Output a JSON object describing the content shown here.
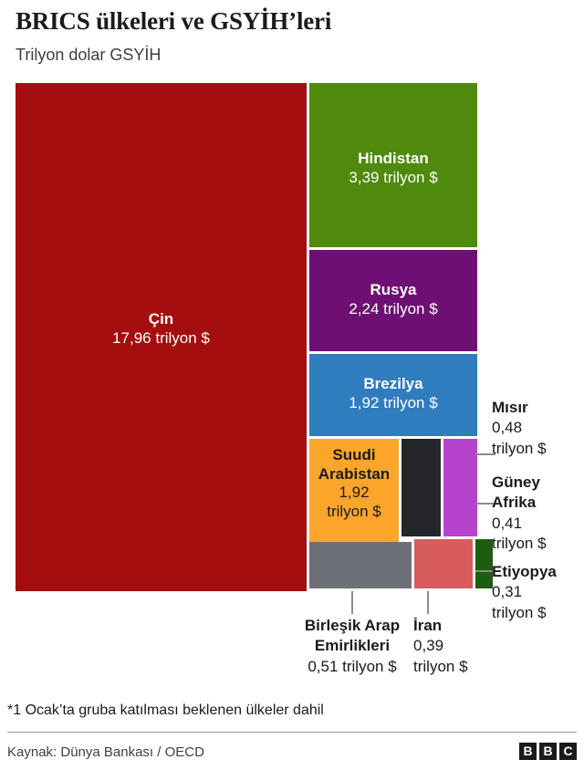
{
  "header": {
    "title": "BRICS ülkeleri ve GSYİH’leri",
    "subtitle": "Trilyon dolar GSYİH"
  },
  "footer": {
    "footnote": "*1 Ocak’ta gruba katılması beklenen ülkeler dahil",
    "source": "Kaynak: Dünya Bankası / OECD",
    "logo": [
      "B",
      "B",
      "C"
    ]
  },
  "chart_data": {
    "type": "treemap",
    "title": "BRICS ülkeleri ve GSYİH’leri",
    "subtitle": "Trilyon dolar GSYİH",
    "unit": "trilyon $",
    "value_unit_label": "trilyon $",
    "xlabel": "",
    "ylabel": "",
    "grid": false,
    "legend": "none",
    "categories": [
      "Çin",
      "Hindistan",
      "Rusya",
      "Brezilya",
      "Suudi Arabistan",
      "Mısır",
      "Güney Afrika",
      "Birleşik Arap Emirlikleri",
      "İran",
      "Etiyopya"
    ],
    "values": [
      17.96,
      3.39,
      2.24,
      1.92,
      1.92,
      0.48,
      0.41,
      0.51,
      0.39,
      0.31
    ],
    "value_labels": [
      "17,96 trilyon $",
      "3,39 trilyon $",
      "2,24 trilyon $",
      "1,92 trilyon $",
      "1,92 trilyon $",
      "0,48 trilyon $",
      "0,41 trilyon $",
      "0,51 trilyon $",
      "0,39 trilyon $",
      "0,31 trilyon $"
    ],
    "colors": [
      "#a50e0e",
      "#4f8a0c",
      "#6e1073",
      "#2f7cbf",
      "#fca52b",
      "#25262b",
      "#b643cd",
      "#6e7078",
      "#d85c5c",
      "#1d5c11"
    ]
  },
  "cells": {
    "china": {
      "name": "Çin",
      "value": "17,96 trilyon $",
      "color": "#a50e0e"
    },
    "india": {
      "name": "Hindistan",
      "value": "3,39 trilyon $",
      "color": "#4f8a0c"
    },
    "russia": {
      "name": "Rusya",
      "value": "2,24 trilyon $",
      "color": "#6e1073"
    },
    "brazil": {
      "name": "Brezilya",
      "value": "1,92 trilyon $",
      "color": "#2f7cbf"
    },
    "saudi": {
      "name": "Suudi",
      "name2": "Arabistan",
      "value": "1,92",
      "value2": "trilyon $",
      "color": "#fca52b"
    },
    "egypt": {
      "name": "Mısır",
      "value": "0,48",
      "value2": "trilyon $",
      "color": "#25262b"
    },
    "south_africa": {
      "name": "Güney",
      "name2": "Afrika",
      "value": "0,41",
      "value2": "trilyon $",
      "color": "#b643cd"
    },
    "uae": {
      "name": "Birleşik Arap",
      "name2": "Emirlikleri",
      "value": "0,51 trilyon $",
      "color": "#6e7078"
    },
    "iran": {
      "name": "İran",
      "value": "0,39",
      "value2": "trilyon $",
      "color": "#d85c5c"
    },
    "ethiopia": {
      "name": "Etiyopya",
      "value": "0,31",
      "value2": "trilyon $",
      "color": "#1d5c11"
    }
  }
}
